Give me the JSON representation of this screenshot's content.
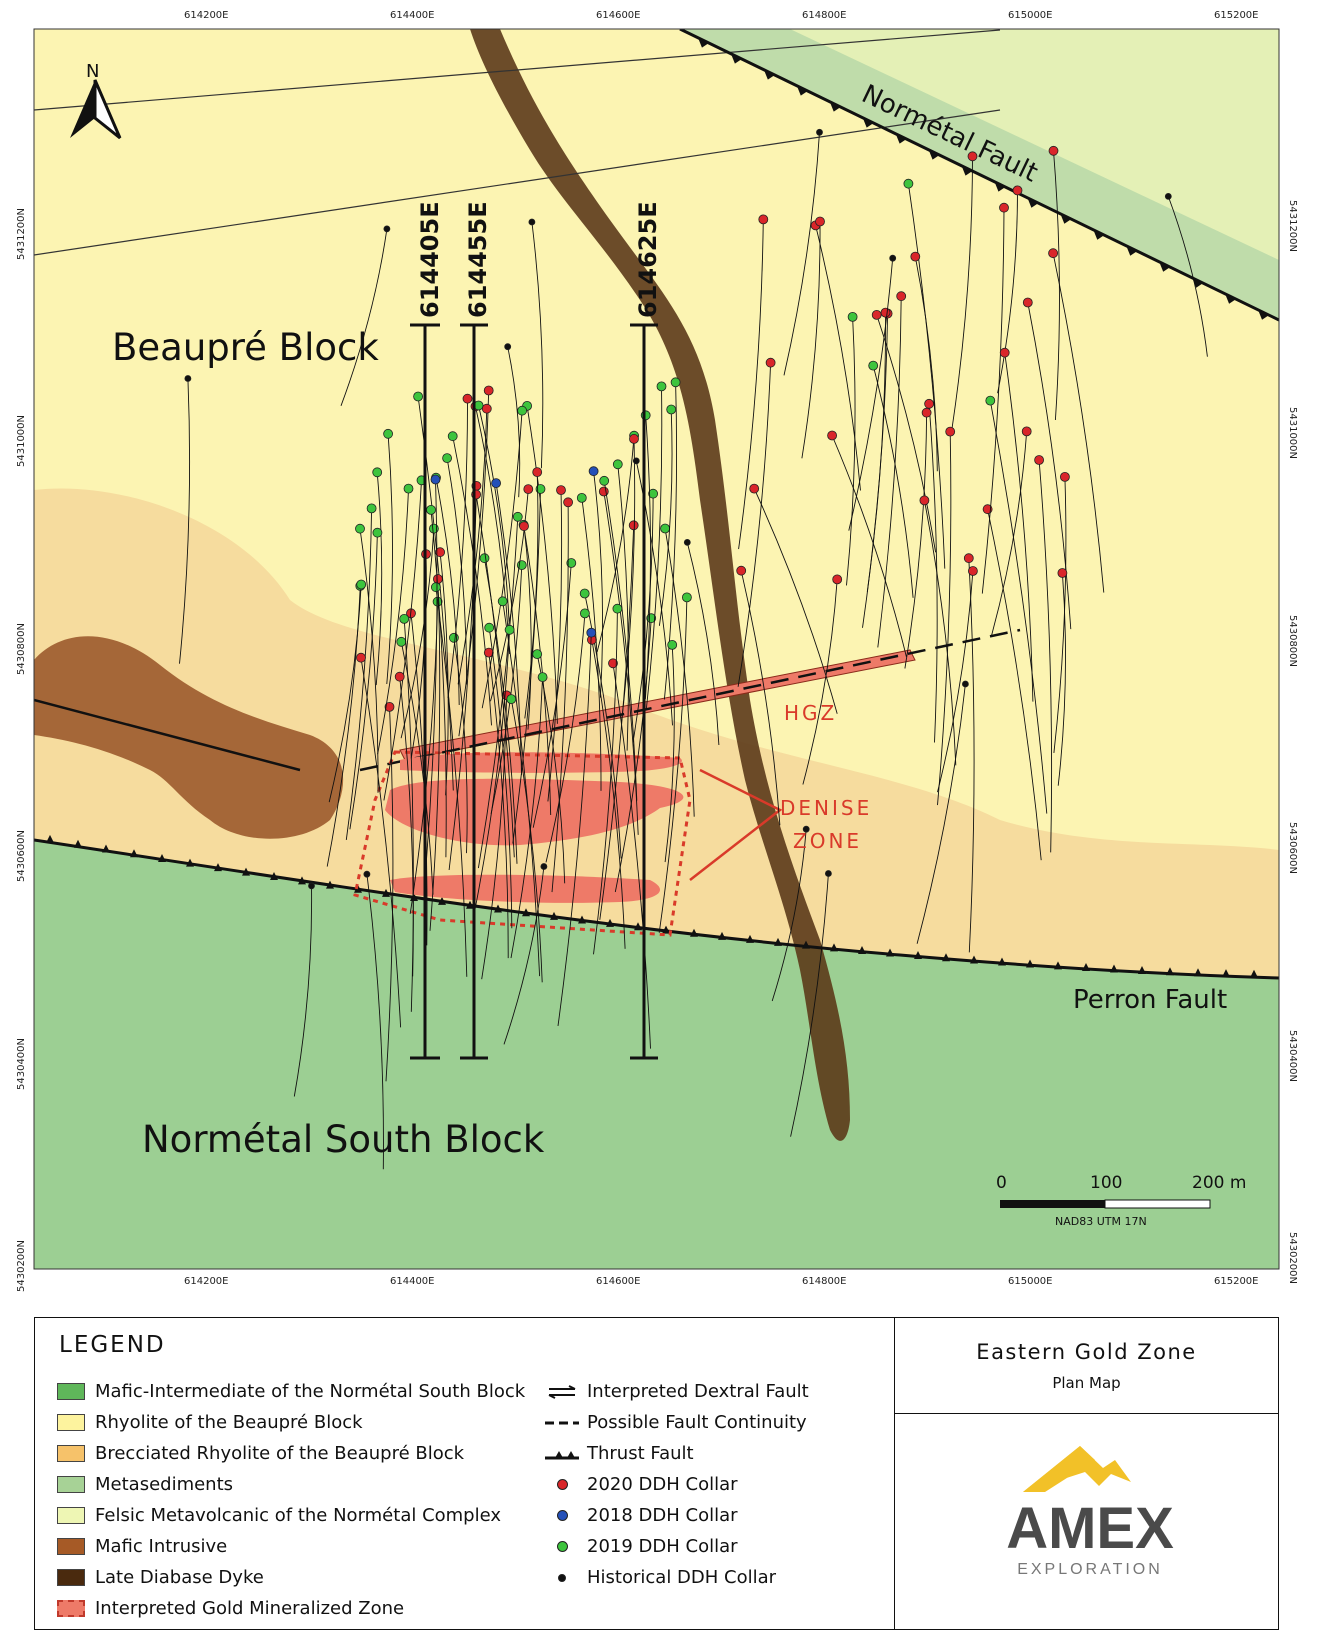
{
  "map": {
    "north_label": "N",
    "eastings_top": [
      "614200E",
      "614400E",
      "614600E",
      "614800E",
      "615000E",
      "615200E"
    ],
    "eastings_bottom": [
      "614200E",
      "614400E",
      "614600E",
      "614800E",
      "615000E",
      "615200E"
    ],
    "northings": [
      "5431200N",
      "5431000N",
      "5430800N",
      "5430600N",
      "5430400N",
      "5430200N"
    ],
    "labels": {
      "beaupre_block": "Beaupré Block",
      "normetal_south_block": "Normétal South Block",
      "normetal_fault": "Normétal Fault",
      "perron_fault": "Perron Fault",
      "hgz": "HGZ",
      "denise_line1": "DENISE",
      "denise_line2": "ZONE"
    },
    "sections": [
      "614405E",
      "614455E",
      "614625E"
    ],
    "scale": {
      "ticks": [
        "0",
        "100",
        "200 m"
      ],
      "datum": "NAD83 UTM 17N"
    },
    "colors": {
      "mafic_south": "#9ccf93",
      "rhyolite": "#fcf4b2",
      "brecciated": "#f6dc9e",
      "metasediments": "#bfdcaa",
      "felsic": "#e4f0b6",
      "mafic_intrusive": "#9c5a2c",
      "diabase": "#5c3a1a",
      "gold_zone": "#ee7a68",
      "ddh_2020": "#d9262a",
      "ddh_2018": "#2450b8",
      "ddh_2019": "#3dc43d",
      "ddh_historical": "#111111"
    }
  },
  "legend": {
    "title": "LEGEND",
    "units": [
      {
        "label": "Mafic-Intermediate of the Normétal South Block",
        "color": "#5fb75a"
      },
      {
        "label": "Rhyolite of the Beaupré Block",
        "color": "#fdf39e"
      },
      {
        "label": "Brecciated Rhyolite of the Beaupré Block",
        "color": "#f6c26a"
      },
      {
        "label": "Metasediments",
        "color": "#a7d296"
      },
      {
        "label": "Felsic Metavolcanic of the Normétal Complex",
        "color": "#eef6b4"
      },
      {
        "label": "Mafic Intrusive",
        "color": "#a65a26"
      },
      {
        "label": "Late Diabase Dyke",
        "color": "#4a2a0e"
      },
      {
        "label": "Interpreted Gold Mineralized Zone",
        "color": "#ee7a68"
      }
    ],
    "symbols": [
      {
        "label": "Interpreted Dextral Fault",
        "icon": "dextral-fault-icon"
      },
      {
        "label": "Possible Fault Continuity",
        "icon": "dashed-line-icon"
      },
      {
        "label": "Thrust Fault",
        "icon": "thrust-fault-icon"
      },
      {
        "label": "2020 DDH Collar",
        "color": "#d9262a",
        "icon": "red-dot-icon"
      },
      {
        "label": "2018 DDH Collar",
        "color": "#2450b8",
        "icon": "blue-dot-icon"
      },
      {
        "label": "2019 DDH Collar",
        "color": "#3dc43d",
        "icon": "green-dot-icon"
      },
      {
        "label": "Historical DDH Collar",
        "color": "#111111",
        "icon": "black-dot-icon"
      }
    ]
  },
  "title_block": {
    "title": "Eastern Gold Zone",
    "subtitle": "Plan Map",
    "logo_text": "AMEX",
    "logo_subtext": "EXPLORATION",
    "logo_color": "#4a4a4a",
    "logo_accent": "#f2c128"
  }
}
